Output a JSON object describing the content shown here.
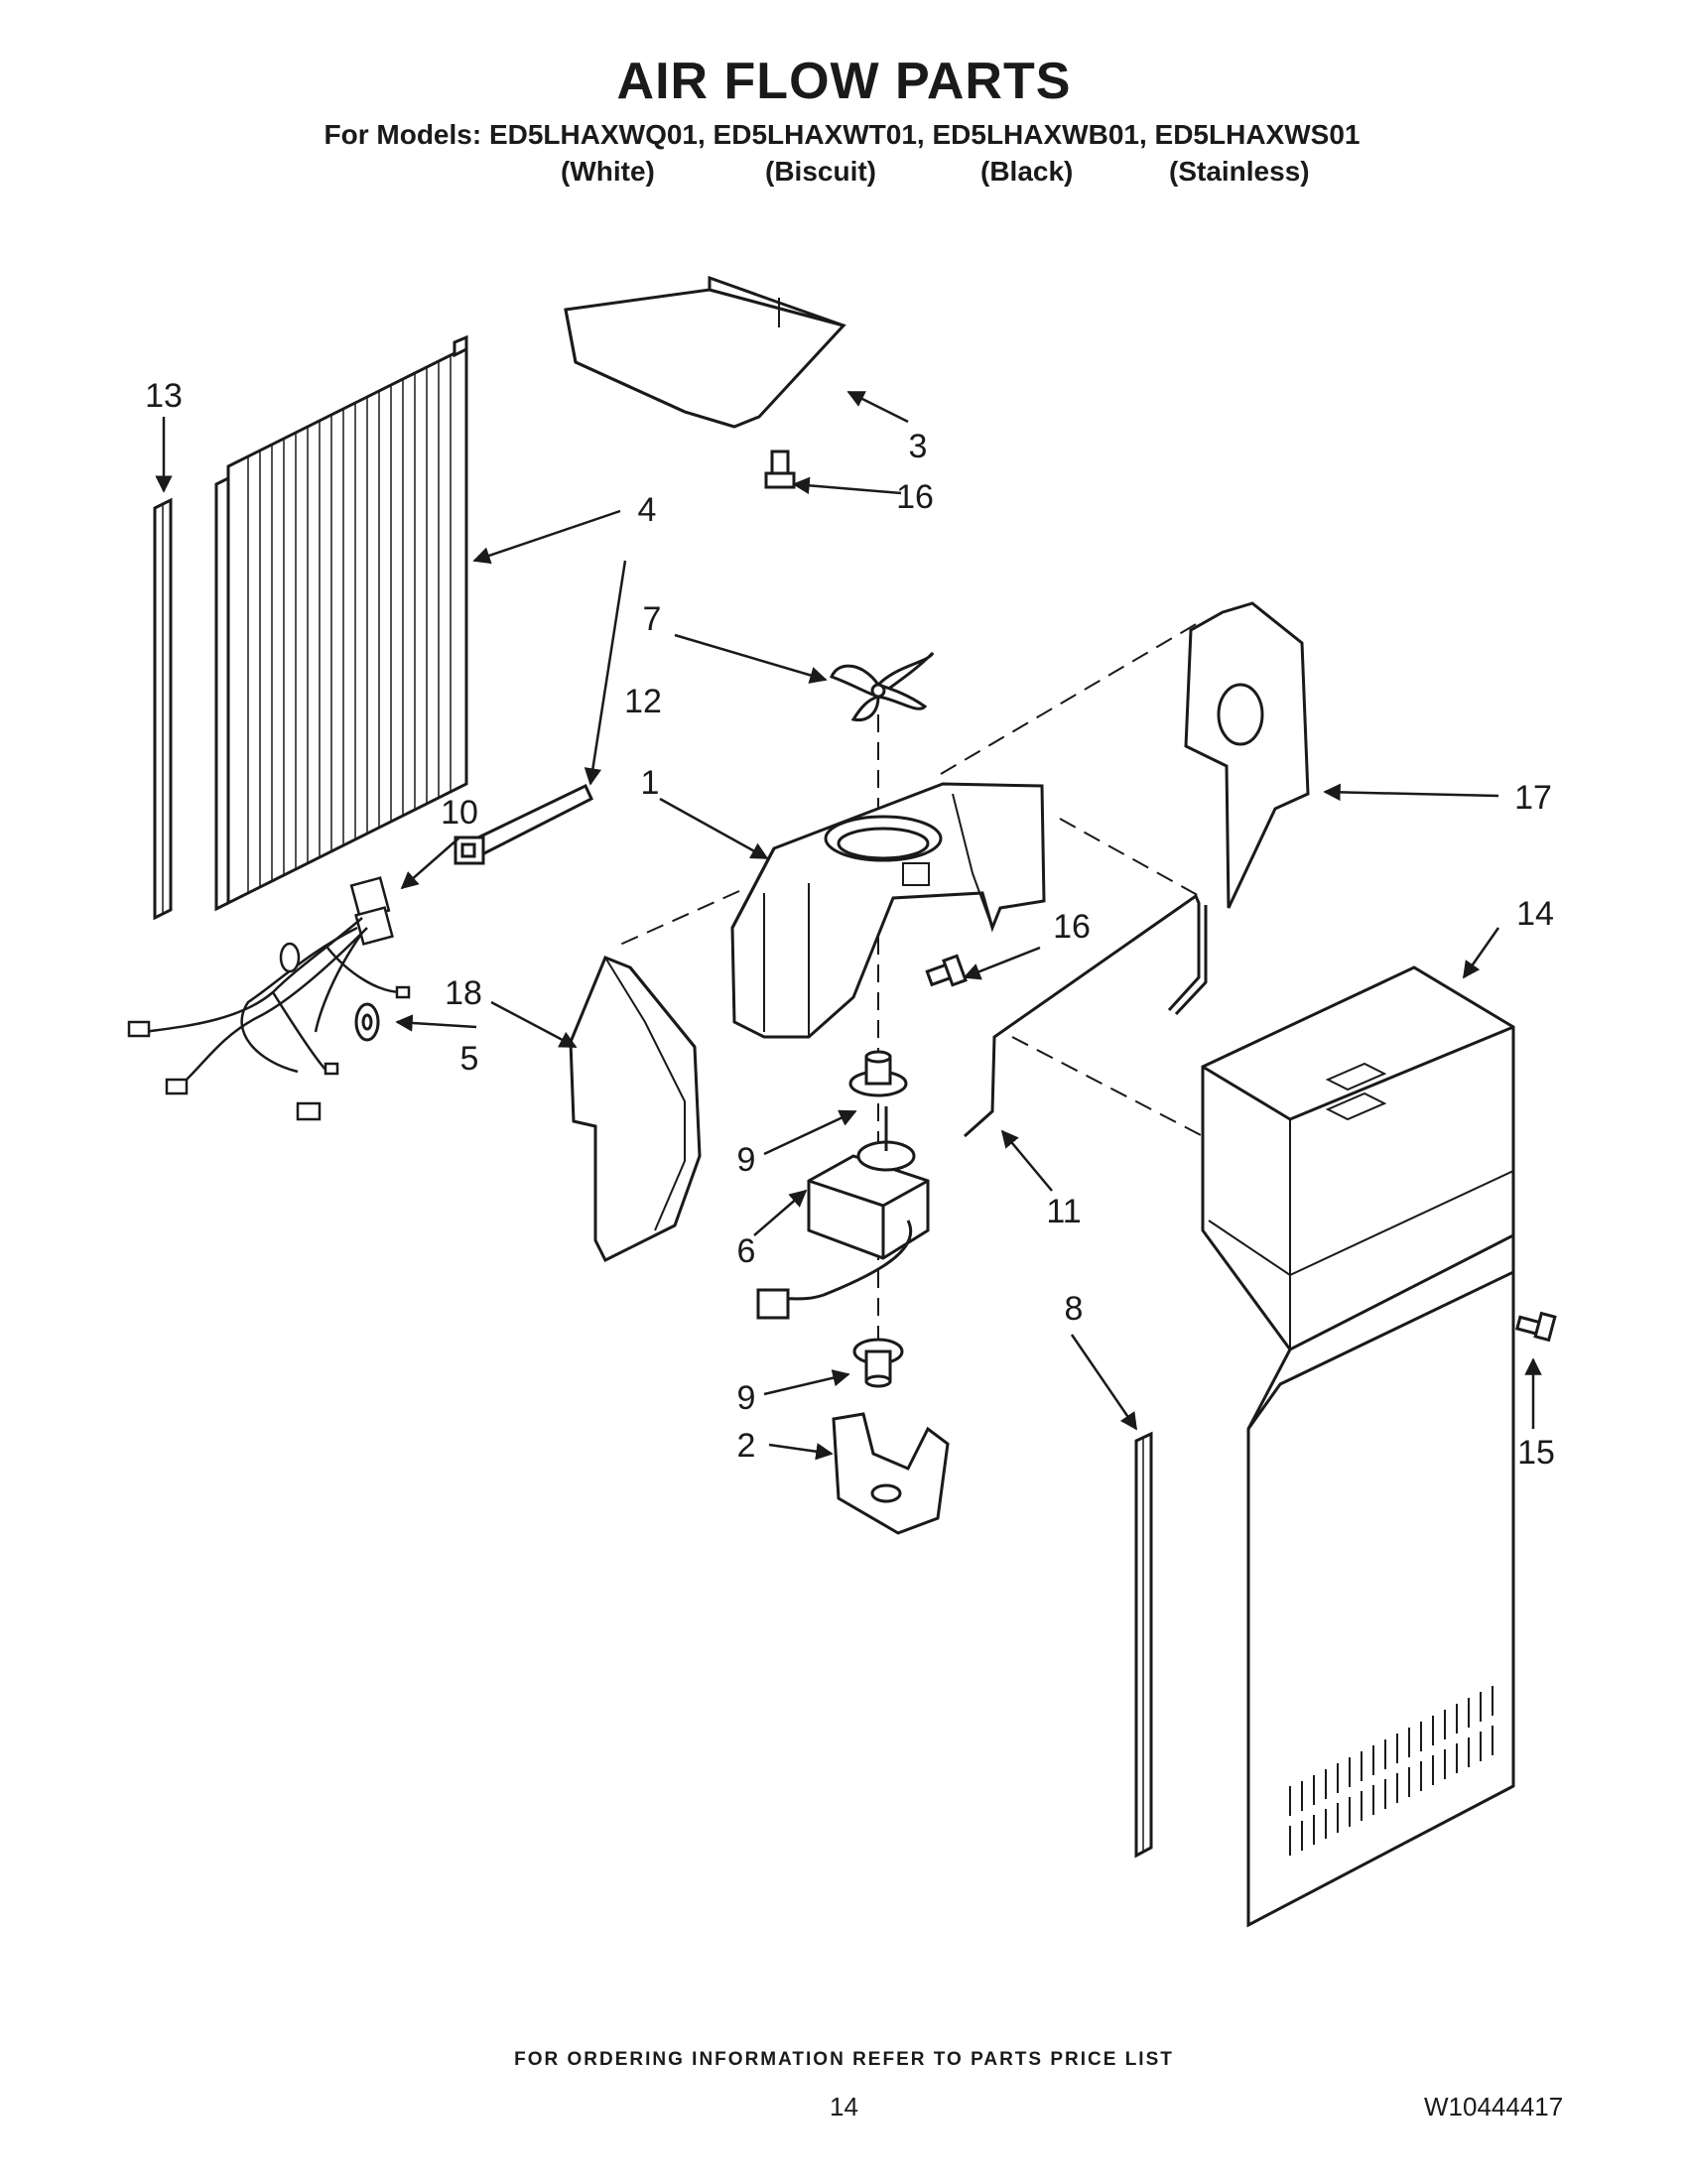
{
  "header": {
    "title": "AIR FLOW PARTS",
    "models_line": "For Models: ED5LHAXWQ01, ED5LHAXWT01, ED5LHAXWB01, ED5LHAXWS01",
    "colors": [
      "(White)",
      "(Biscuit)",
      "(Black)",
      "(Stainless)"
    ]
  },
  "callouts": {
    "c1": "1",
    "c2": "2",
    "c3": "3",
    "c4": "4",
    "c5": "5",
    "c6": "6",
    "c7": "7",
    "c8": "8",
    "c9a": "9",
    "c9b": "9",
    "c10": "10",
    "c11": "11",
    "c12": "12",
    "c13": "13",
    "c14": "14",
    "c15": "15",
    "c16a": "16",
    "c16b": "16",
    "c17": "17",
    "c18": "18"
  },
  "footer": {
    "ordering_note": "FOR ORDERING INFORMATION REFER TO PARTS PRICE LIST",
    "page_number": "14",
    "doc_code": "W10444417"
  }
}
